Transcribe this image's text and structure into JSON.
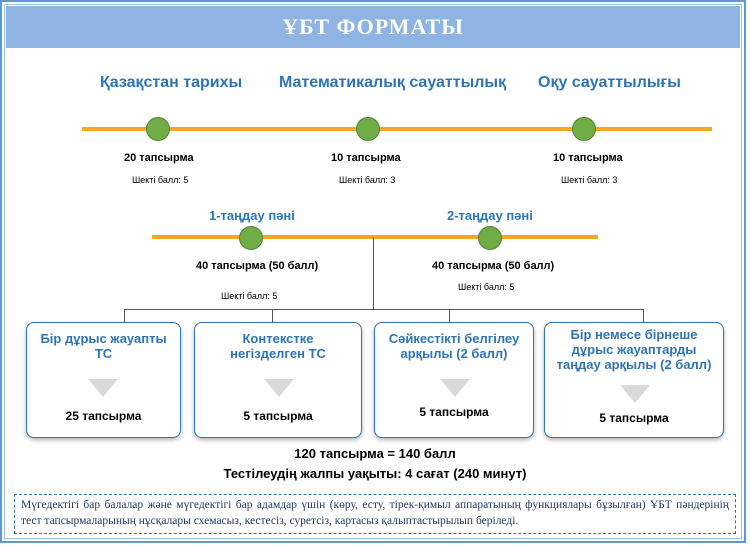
{
  "title": "ҰБТ ФОРМАТЫ",
  "mandatory": [
    {
      "subject": "Қазақстан тарихы",
      "tasks": "20 тапсырма",
      "threshold": "Шекті балл: 5"
    },
    {
      "subject": "Математикалық сауаттылық",
      "tasks": "10 тапсырма",
      "threshold": "Шекті балл:  3"
    },
    {
      "subject": "Оқу сауаттылығы",
      "tasks": "10 тапсырма",
      "threshold": "Шекті балл: 3"
    }
  ],
  "choices": [
    {
      "label": "1-таңдау пәні",
      "tasks": "40 тапсырма (50 балл)",
      "threshold": "Шекті балл: 5"
    },
    {
      "label": "2-таңдау пәні",
      "tasks": "40 тапсырма (50 балл)",
      "threshold": "Шекті балл: 5"
    }
  ],
  "task_types": [
    {
      "title": "Бір дұрыс жауапты ТС",
      "count": "25 тапсырма"
    },
    {
      "title": "Контекстке негізделген ТС",
      "count": "5 тапсырма"
    },
    {
      "title": "Сәйкестікті белгілеу арқылы (2 балл)",
      "count": "5 тапсырма"
    },
    {
      "title": "Бір немесе бірнеше дұрыс жауаптарды таңдау арқылы (2 балл)",
      "count": "5 тапсырма"
    }
  ],
  "summary": {
    "total": "120 тапсырма = 140 балл",
    "time": "Тестілеудің жалпы уақыты: 4 сағат (240 минут)"
  },
  "note": "Мүгедектігі бар балалар және мүгедектігі бар адамдар үшін (көру, есту, тірек-қимыл аппаратының функциялары бұзылған) ҰБТ пәндерінің тест тапсырмаларының нұсқалары схемасыз, кестесіз, суретсіз, картасыз қалыптастырылып беріледі.",
  "colors": {
    "accent": "#2e75b6",
    "timeline": "#f5a623",
    "node": "#70ad47",
    "header": "#8eb4e3"
  }
}
